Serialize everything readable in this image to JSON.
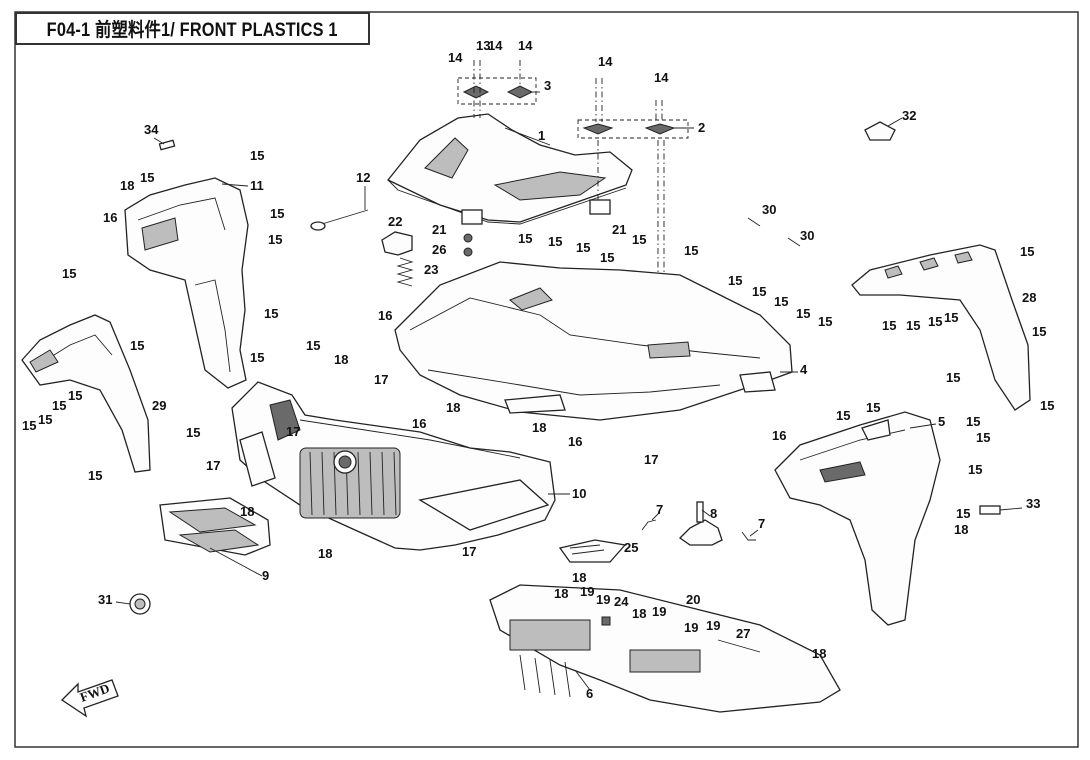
{
  "title": "F04-1 前塑料件1/ FRONT PLASTICS 1",
  "fwd_label": "FWD",
  "callouts": [
    {
      "id": "c1",
      "text": "1"
    },
    {
      "id": "c2",
      "text": "2"
    },
    {
      "id": "c3",
      "text": "3"
    },
    {
      "id": "c4",
      "text": "4"
    },
    {
      "id": "c5",
      "text": "5"
    },
    {
      "id": "c6",
      "text": "6"
    },
    {
      "id": "c7a",
      "text": "7"
    },
    {
      "id": "c7b",
      "text": "7"
    },
    {
      "id": "c8",
      "text": "8"
    },
    {
      "id": "c9",
      "text": "9"
    },
    {
      "id": "c10",
      "text": "10"
    },
    {
      "id": "c11",
      "text": "11"
    },
    {
      "id": "c12",
      "text": "12"
    },
    {
      "id": "c13",
      "text": "13"
    },
    {
      "id": "c14a",
      "text": "14"
    },
    {
      "id": "c14b",
      "text": "14"
    },
    {
      "id": "c14c",
      "text": "14"
    },
    {
      "id": "c14d",
      "text": "14"
    },
    {
      "id": "c14e",
      "text": "14"
    },
    {
      "id": "c15a",
      "text": "15"
    },
    {
      "id": "c15b",
      "text": "15"
    },
    {
      "id": "c15c",
      "text": "15"
    },
    {
      "id": "c15d",
      "text": "15"
    },
    {
      "id": "c15e",
      "text": "15"
    },
    {
      "id": "c15f",
      "text": "15"
    },
    {
      "id": "c15g",
      "text": "15"
    },
    {
      "id": "c15h",
      "text": "15"
    },
    {
      "id": "c15i",
      "text": "15"
    },
    {
      "id": "c15j",
      "text": "15"
    },
    {
      "id": "c15k",
      "text": "15"
    },
    {
      "id": "c15l",
      "text": "15"
    },
    {
      "id": "c15m",
      "text": "15"
    },
    {
      "id": "c15n",
      "text": "15"
    },
    {
      "id": "c15o",
      "text": "15"
    },
    {
      "id": "c15p",
      "text": "15"
    },
    {
      "id": "c15q",
      "text": "15"
    },
    {
      "id": "c15r",
      "text": "15"
    },
    {
      "id": "c15s",
      "text": "15"
    },
    {
      "id": "c15t",
      "text": "15"
    },
    {
      "id": "c15u",
      "text": "15"
    },
    {
      "id": "c15v",
      "text": "15"
    },
    {
      "id": "c15w",
      "text": "15"
    },
    {
      "id": "c15x",
      "text": "15"
    },
    {
      "id": "c15y",
      "text": "15"
    },
    {
      "id": "c15z",
      "text": "15"
    },
    {
      "id": "c15aa",
      "text": "15"
    },
    {
      "id": "c15ab",
      "text": "15"
    },
    {
      "id": "c15ac",
      "text": "15"
    },
    {
      "id": "c15ad",
      "text": "15"
    },
    {
      "id": "c15ae",
      "text": "15"
    },
    {
      "id": "c15af",
      "text": "15"
    },
    {
      "id": "c15ag",
      "text": "15"
    },
    {
      "id": "c15ah",
      "text": "15"
    },
    {
      "id": "c15ai",
      "text": "15"
    },
    {
      "id": "c15aj",
      "text": "15"
    },
    {
      "id": "c15ak",
      "text": "15"
    },
    {
      "id": "c15al",
      "text": "15"
    },
    {
      "id": "c15am",
      "text": "15"
    },
    {
      "id": "c15an",
      "text": "15"
    },
    {
      "id": "c16a",
      "text": "16"
    },
    {
      "id": "c16b",
      "text": "16"
    },
    {
      "id": "c16c",
      "text": "16"
    },
    {
      "id": "c16d",
      "text": "16"
    },
    {
      "id": "c16e",
      "text": "16"
    },
    {
      "id": "c17a",
      "text": "17"
    },
    {
      "id": "c17b",
      "text": "17"
    },
    {
      "id": "c17c",
      "text": "17"
    },
    {
      "id": "c17d",
      "text": "17"
    },
    {
      "id": "c17e",
      "text": "17"
    },
    {
      "id": "c18a",
      "text": "18"
    },
    {
      "id": "c18b",
      "text": "18"
    },
    {
      "id": "c18c",
      "text": "18"
    },
    {
      "id": "c18d",
      "text": "18"
    },
    {
      "id": "c18e",
      "text": "18"
    },
    {
      "id": "c18f",
      "text": "18"
    },
    {
      "id": "c18g",
      "text": "18"
    },
    {
      "id": "c18h",
      "text": "18"
    },
    {
      "id": "c18i",
      "text": "18"
    },
    {
      "id": "c18j",
      "text": "18"
    },
    {
      "id": "c18k",
      "text": "18"
    },
    {
      "id": "c19a",
      "text": "19"
    },
    {
      "id": "c19b",
      "text": "19"
    },
    {
      "id": "c19c",
      "text": "19"
    },
    {
      "id": "c19d",
      "text": "19"
    },
    {
      "id": "c19e",
      "text": "19"
    },
    {
      "id": "c20",
      "text": "20"
    },
    {
      "id": "c21a",
      "text": "21"
    },
    {
      "id": "c21b",
      "text": "21"
    },
    {
      "id": "c22",
      "text": "22"
    },
    {
      "id": "c23",
      "text": "23"
    },
    {
      "id": "c24",
      "text": "24"
    },
    {
      "id": "c25",
      "text": "25"
    },
    {
      "id": "c26",
      "text": "26"
    },
    {
      "id": "c27",
      "text": "27"
    },
    {
      "id": "c28",
      "text": "28"
    },
    {
      "id": "c29",
      "text": "29"
    },
    {
      "id": "c30a",
      "text": "30"
    },
    {
      "id": "c30b",
      "text": "30"
    },
    {
      "id": "c31",
      "text": "31"
    },
    {
      "id": "c32",
      "text": "32"
    },
    {
      "id": "c33",
      "text": "33"
    },
    {
      "id": "c34",
      "text": "34"
    }
  ]
}
